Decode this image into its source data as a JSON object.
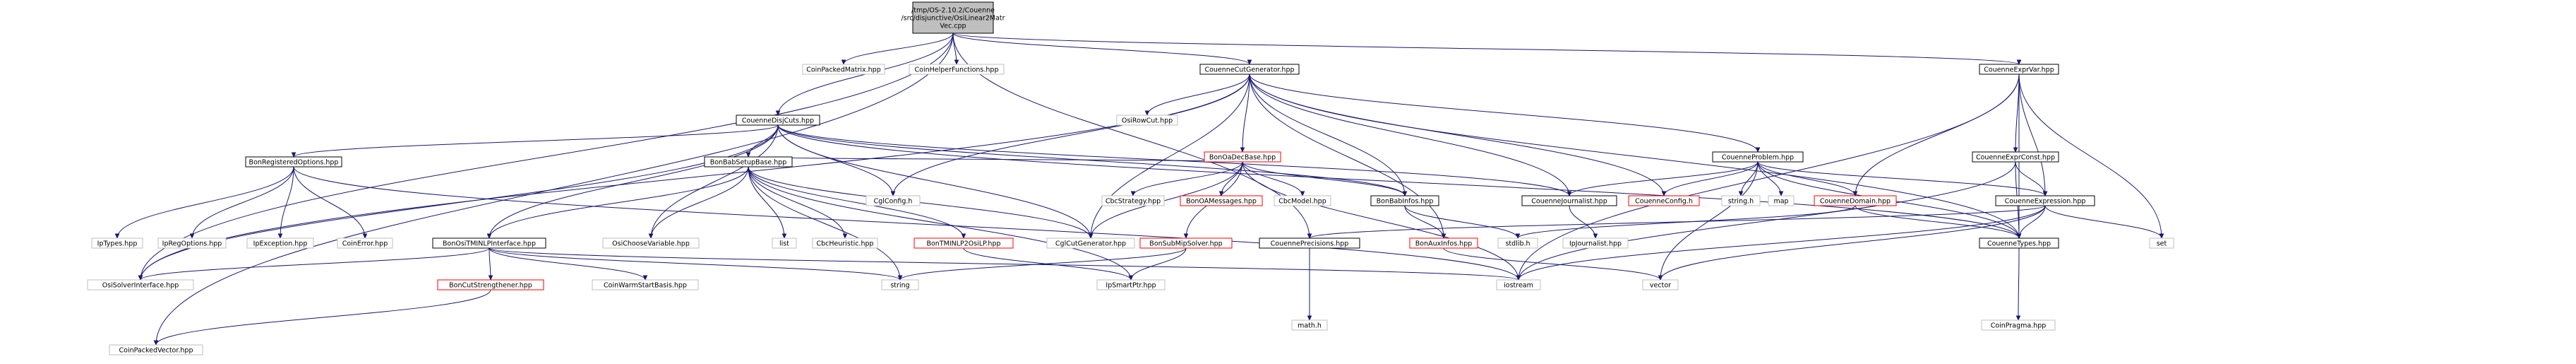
{
  "diagram": {
    "colors": {
      "background": "#ffffff",
      "root_fill": "#bfbfbf",
      "node_fill": "#ffffff",
      "node_border": "#000000",
      "system_border": "#bfbfbf",
      "system_text": "#000000",
      "broken_border": "#ff0000",
      "edge": "#191970"
    },
    "nodes": [
      {
        "id": "root",
        "lines": [
          "/tmp/OS-2.10.2/Couenne",
          "/src/disjunctive/OsiLinear2Matr",
          "Vec.cpp"
        ],
        "kind": "root"
      },
      {
        "id": "coinpackedmatrix",
        "lines": [
          "CoinPackedMatrix.hpp"
        ],
        "kind": "system"
      },
      {
        "id": "coinhelperfunctions",
        "lines": [
          "CoinHelperFunctions.hpp"
        ],
        "kind": "system"
      },
      {
        "id": "couennecutgenerator",
        "lines": [
          "CouenneCutGenerator.hpp"
        ],
        "kind": "normal"
      },
      {
        "id": "couenneexprvar",
        "lines": [
          "CouenneExprVar.hpp"
        ],
        "kind": "normal"
      },
      {
        "id": "couennedisjcuts",
        "lines": [
          "CouenneDisjCuts.hpp"
        ],
        "kind": "normal"
      },
      {
        "id": "osirowcut",
        "lines": [
          "OsiRowCut.hpp"
        ],
        "kind": "system"
      },
      {
        "id": "bonoadecbase",
        "lines": [
          "BonOaDecBase.hpp"
        ],
        "kind": "broken"
      },
      {
        "id": "couenneproblem",
        "lines": [
          "CouenneProblem.hpp"
        ],
        "kind": "normal"
      },
      {
        "id": "couenneexprconst",
        "lines": [
          "CouenneExprConst.hpp"
        ],
        "kind": "normal"
      },
      {
        "id": "bonregisteredoptions",
        "lines": [
          "BonRegisteredOptions.hpp"
        ],
        "kind": "normal"
      },
      {
        "id": "bonbabsetupbase",
        "lines": [
          "BonBabSetupBase.hpp"
        ],
        "kind": "normal"
      },
      {
        "id": "cglconfig",
        "lines": [
          "CglConfig.h"
        ],
        "kind": "system"
      },
      {
        "id": "cbcstrategy",
        "lines": [
          "CbcStrategy.hpp"
        ],
        "kind": "system"
      },
      {
        "id": "bonoamessages",
        "lines": [
          "BonOAMessages.hpp"
        ],
        "kind": "broken"
      },
      {
        "id": "cbcmodel",
        "lines": [
          "CbcModel.hpp"
        ],
        "kind": "system"
      },
      {
        "id": "bonbabinfos",
        "lines": [
          "BonBabInfos.hpp"
        ],
        "kind": "normal"
      },
      {
        "id": "couennejournalist",
        "lines": [
          "CouenneJournalist.hpp"
        ],
        "kind": "normal"
      },
      {
        "id": "couenneconfig",
        "lines": [
          "CouenneConfig.h"
        ],
        "kind": "broken"
      },
      {
        "id": "string_h",
        "lines": [
          "string.h"
        ],
        "kind": "system"
      },
      {
        "id": "map",
        "lines": [
          "map"
        ],
        "kind": "system"
      },
      {
        "id": "couennedomain",
        "lines": [
          "CouenneDomain.hpp"
        ],
        "kind": "broken"
      },
      {
        "id": "couenneexpression",
        "lines": [
          "CouenneExpression.hpp"
        ],
        "kind": "normal"
      },
      {
        "id": "iptypes",
        "lines": [
          "IpTypes.hpp"
        ],
        "kind": "system"
      },
      {
        "id": "ipregoptions",
        "lines": [
          "IpRegOptions.hpp"
        ],
        "kind": "system"
      },
      {
        "id": "ipexception",
        "lines": [
          "IpException.hpp"
        ],
        "kind": "system"
      },
      {
        "id": "coinerror",
        "lines": [
          "CoinError.hpp"
        ],
        "kind": "system"
      },
      {
        "id": "bonositminlpinterface",
        "lines": [
          "BonOsiTMINLPInterface.hpp"
        ],
        "kind": "normal"
      },
      {
        "id": "osichoosevariable",
        "lines": [
          "OsiChooseVariable.hpp"
        ],
        "kind": "system"
      },
      {
        "id": "list",
        "lines": [
          "list"
        ],
        "kind": "system"
      },
      {
        "id": "cbcheuristic",
        "lines": [
          "CbcHeuristic.hpp"
        ],
        "kind": "system"
      },
      {
        "id": "bontminlp2osilp",
        "lines": [
          "BonTMINLP2OsiLP.hpp"
        ],
        "kind": "broken"
      },
      {
        "id": "cglcutgenerator",
        "lines": [
          "CglCutGenerator.hpp"
        ],
        "kind": "system"
      },
      {
        "id": "bonsubmipsolver",
        "lines": [
          "BonSubMipSolver.hpp"
        ],
        "kind": "broken"
      },
      {
        "id": "couenneprecisions",
        "lines": [
          "CouennePrecisions.hpp"
        ],
        "kind": "normal"
      },
      {
        "id": "bonauxinfos",
        "lines": [
          "BonAuxInfos.hpp"
        ],
        "kind": "broken"
      },
      {
        "id": "stdlib_h",
        "lines": [
          "stdlib.h"
        ],
        "kind": "system"
      },
      {
        "id": "ipjournalist",
        "lines": [
          "IpJournalist.hpp"
        ],
        "kind": "system"
      },
      {
        "id": "couennetypes",
        "lines": [
          "CouenneTypes.hpp"
        ],
        "kind": "normal"
      },
      {
        "id": "set",
        "lines": [
          "set"
        ],
        "kind": "system"
      },
      {
        "id": "osisolverinterface",
        "lines": [
          "OsiSolverInterface.hpp"
        ],
        "kind": "system"
      },
      {
        "id": "bonculstrengthener",
        "lines": [
          "BonCutStrengthener.hpp"
        ],
        "kind": "broken"
      },
      {
        "id": "coinwarmstartbasis",
        "lines": [
          "CoinWarmStartBasis.hpp"
        ],
        "kind": "system"
      },
      {
        "id": "string",
        "lines": [
          "string"
        ],
        "kind": "system"
      },
      {
        "id": "ipsmartptr",
        "lines": [
          "IpSmartPtr.hpp"
        ],
        "kind": "system"
      },
      {
        "id": "iostream",
        "lines": [
          "iostream"
        ],
        "kind": "system"
      },
      {
        "id": "vector",
        "lines": [
          "vector"
        ],
        "kind": "system"
      },
      {
        "id": "math_h",
        "lines": [
          "math.h"
        ],
        "kind": "system"
      },
      {
        "id": "coinpragma",
        "lines": [
          "CoinPragma.hpp"
        ],
        "kind": "system"
      },
      {
        "id": "coinpackedvector",
        "lines": [
          "CoinPackedVector.hpp"
        ],
        "kind": "system"
      }
    ],
    "edges": [
      [
        "root",
        "coinpackedmatrix"
      ],
      [
        "root",
        "coinhelperfunctions"
      ],
      [
        "root",
        "couennecutgenerator"
      ],
      [
        "root",
        "couenneexprvar"
      ],
      [
        "root",
        "couennedisjcuts"
      ],
      [
        "root",
        "osisolverinterface"
      ],
      [
        "root",
        "coinpackedvector"
      ],
      [
        "root",
        "couenneprecisions"
      ],
      [
        "couennecutgenerator",
        "osirowcut"
      ],
      [
        "couennecutgenerator",
        "bonoadecbase"
      ],
      [
        "couennecutgenerator",
        "couenneproblem"
      ],
      [
        "couennecutgenerator",
        "bonbabinfos"
      ],
      [
        "couennecutgenerator",
        "couennejournalist"
      ],
      [
        "couennecutgenerator",
        "couenneconfig"
      ],
      [
        "couennecutgenerator",
        "couennetypes"
      ],
      [
        "couennecutgenerator",
        "cglcutgenerator"
      ],
      [
        "couennecutgenerator",
        "bonauxinfos"
      ],
      [
        "couennecutgenerator",
        "osisolverinterface"
      ],
      [
        "couennecutgenerator",
        "cglconfig"
      ],
      [
        "couenneexprvar",
        "couenneexprconst"
      ],
      [
        "couenneexprvar",
        "couenneexpression"
      ],
      [
        "couenneexprvar",
        "couennedomain"
      ],
      [
        "couenneexprvar",
        "couennetypes"
      ],
      [
        "couenneexprvar",
        "set"
      ],
      [
        "couenneexprvar",
        "iostream"
      ],
      [
        "couennedisjcuts",
        "bonregisteredoptions"
      ],
      [
        "couennedisjcuts",
        "bonbabsetupbase"
      ],
      [
        "couennedisjcuts",
        "cglconfig"
      ],
      [
        "couennedisjcuts",
        "bonbabinfos"
      ],
      [
        "couennedisjcuts",
        "couennejournalist"
      ],
      [
        "couennedisjcuts",
        "osichoosevariable"
      ],
      [
        "couennedisjcuts",
        "bonositminlpinterface"
      ],
      [
        "couennedisjcuts",
        "cglcutgenerator"
      ],
      [
        "couennedisjcuts",
        "osisolverinterface"
      ],
      [
        "couennedisjcuts",
        "couennetypes"
      ],
      [
        "bonoadecbase",
        "bonbabsetupbase"
      ],
      [
        "bonoadecbase",
        "cbcstrategy"
      ],
      [
        "bonoadecbase",
        "bonoamessages"
      ],
      [
        "bonoadecbase",
        "cbcmodel"
      ],
      [
        "bonoadecbase",
        "bonbabinfos"
      ],
      [
        "bonoadecbase",
        "bonsubmipsolver"
      ],
      [
        "bonoadecbase",
        "cglcutgenerator"
      ],
      [
        "bonoadecbase",
        "iostream"
      ],
      [
        "couenneproblem",
        "couennejournalist"
      ],
      [
        "couenneproblem",
        "couenneconfig"
      ],
      [
        "couenneproblem",
        "string_h"
      ],
      [
        "couenneproblem",
        "map"
      ],
      [
        "couenneproblem",
        "couennedomain"
      ],
      [
        "couenneproblem",
        "couenneexpression"
      ],
      [
        "couenneproblem",
        "couennetypes"
      ],
      [
        "couenneproblem",
        "vector"
      ],
      [
        "couenneexprconst",
        "couenneexpression"
      ],
      [
        "couenneexprconst",
        "couennetypes"
      ],
      [
        "couenneexprconst",
        "iostream"
      ],
      [
        "bonregisteredoptions",
        "iptypes"
      ],
      [
        "bonregisteredoptions",
        "ipregoptions"
      ],
      [
        "bonregisteredoptions",
        "ipexception"
      ],
      [
        "bonregisteredoptions",
        "coinerror"
      ],
      [
        "bonregisteredoptions",
        "iostream"
      ],
      [
        "bonbabsetupbase",
        "bonositminlpinterface"
      ],
      [
        "bonbabsetupbase",
        "osichoosevariable"
      ],
      [
        "bonbabsetupbase",
        "list"
      ],
      [
        "bonbabsetupbase",
        "cbcheuristic"
      ],
      [
        "bonbabsetupbase",
        "bontminlp2osilp"
      ],
      [
        "bonbabsetupbase",
        "cglcutgenerator"
      ],
      [
        "bonbabsetupbase",
        "string"
      ],
      [
        "bonbabsetupbase",
        "ipsmartptr"
      ],
      [
        "bonbabinfos",
        "bonauxinfos"
      ],
      [
        "bonbabinfos",
        "stdlib_h"
      ],
      [
        "couennejournalist",
        "ipjournalist"
      ],
      [
        "couennedomain",
        "couennetypes"
      ],
      [
        "couennedomain",
        "stdlib_h"
      ],
      [
        "couenneexpression",
        "couennetypes"
      ],
      [
        "couenneexpression",
        "couenneprecisions"
      ],
      [
        "couenneexpression",
        "set"
      ],
      [
        "couenneexpression",
        "iostream"
      ],
      [
        "couenneexpression",
        "vector"
      ],
      [
        "bonositminlpinterface",
        "osisolverinterface"
      ],
      [
        "bonositminlpinterface",
        "bonculstrengthener"
      ],
      [
        "bonositminlpinterface",
        "coinwarmstartbasis"
      ],
      [
        "bonositminlpinterface",
        "string"
      ],
      [
        "bonositminlpinterface",
        "iostream"
      ],
      [
        "bontminlp2osilp",
        "ipsmartptr"
      ],
      [
        "bonsubmipsolver",
        "ipsmartptr"
      ],
      [
        "bonsubmipsolver",
        "string"
      ],
      [
        "couenneprecisions",
        "math_h"
      ],
      [
        "bonauxinfos",
        "vector"
      ],
      [
        "couennetypes",
        "coinpragma"
      ],
      [
        "bonculstrengthener",
        "coinpackedvector"
      ]
    ]
  }
}
